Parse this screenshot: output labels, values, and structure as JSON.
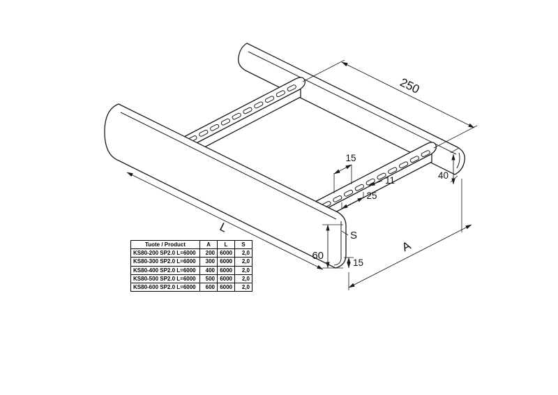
{
  "app": {
    "type": "technical-drawing",
    "background": "#ffffff",
    "line_color": "#1a1a1a"
  },
  "drawing": {
    "part": "cable-ladder-isometric",
    "dims": {
      "rung_spacing": "250",
      "slot_end_offset": "15",
      "slot_length": "11",
      "far_rail_height": "40",
      "slot_pitch": "25",
      "length": "L",
      "thickness": "S",
      "near_rail_height": "60",
      "flange_return": "15",
      "width": "A"
    }
  },
  "table": {
    "title": "Tuote / Product",
    "columns": [
      "A",
      "L",
      "S"
    ],
    "rows": [
      [
        "KS80-200 SP2.0 L=6000",
        "200",
        "6000",
        "2,0"
      ],
      [
        "KS80-300 SP2.0 L=6000",
        "300",
        "6000",
        "2,0"
      ],
      [
        "KS80-400 SP2.0 L=6000",
        "400",
        "6000",
        "2,0"
      ],
      [
        "KS80-500 SP2.0 L=6000",
        "500",
        "6000",
        "2,0"
      ],
      [
        "KS80-600 SP2.0 L=6000",
        "600",
        "6000",
        "2,0"
      ]
    ]
  }
}
